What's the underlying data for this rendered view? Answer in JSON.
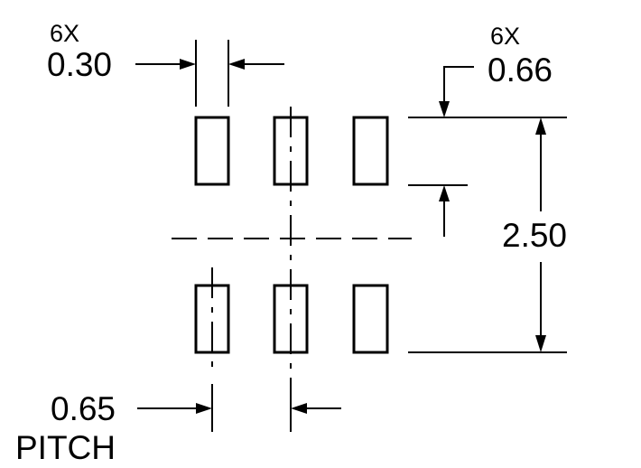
{
  "dimensions": {
    "pad_width": {
      "count": "6X",
      "value": "0.30"
    },
    "pad_length": {
      "count": "6X",
      "value": "0.66"
    },
    "row_spacing": {
      "value": "2.50"
    },
    "pitch": {
      "value": "0.65",
      "label": "PITCH"
    }
  }
}
